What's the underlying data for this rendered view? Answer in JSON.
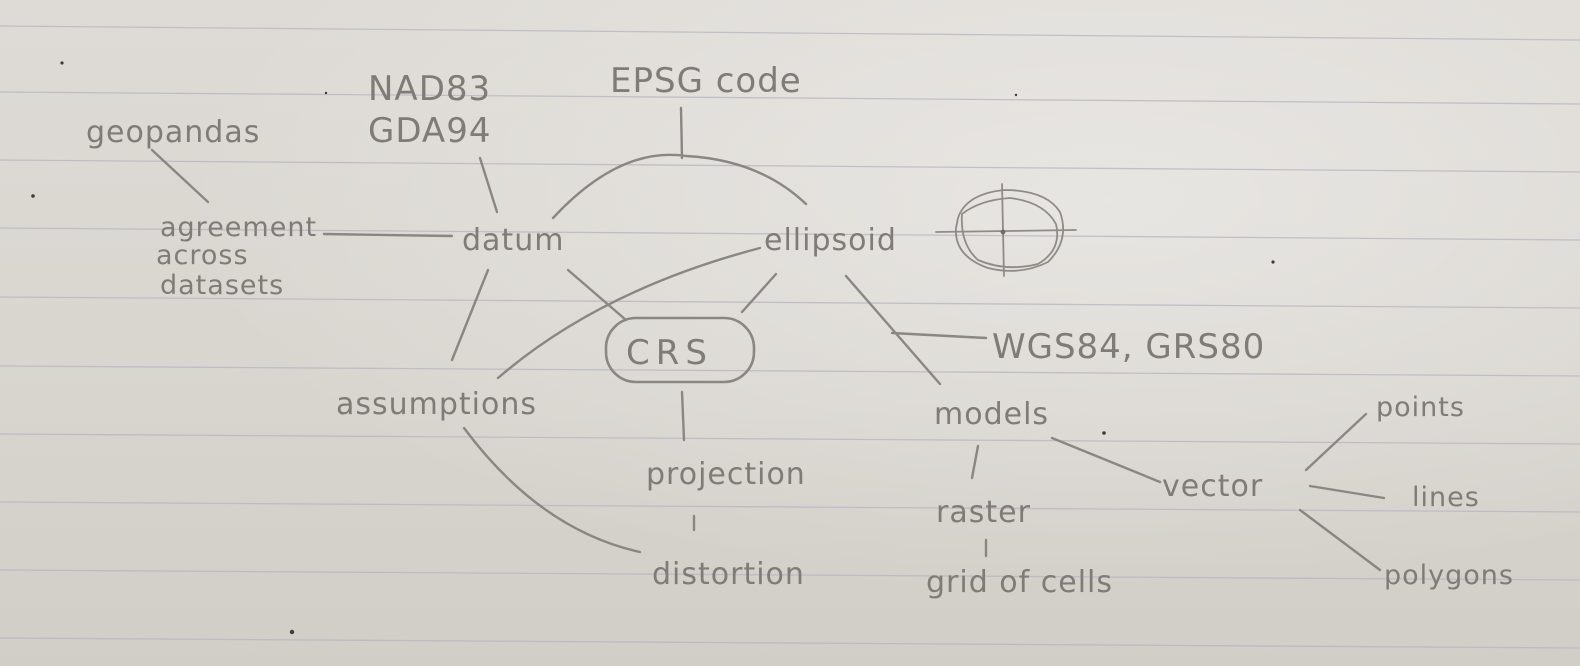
{
  "diagram": {
    "center": "CRS",
    "nodes": {
      "epsg": "EPSG code",
      "nad": "NAD83",
      "gda": "GDA94",
      "geopandas": "geopandas",
      "agreement_1": "agreement",
      "agreement_2": "across",
      "agreement_3": "datasets",
      "datum": "datum",
      "ellipsoid": "ellipsoid",
      "wgs": "WGS84, GRS80",
      "assumptions": "assumptions",
      "projection": "projection",
      "distortion": "distortion",
      "models": "models",
      "raster": "raster",
      "grid": "grid of cells",
      "vector": "vector",
      "points": "points",
      "lines": "lines",
      "polygons": "polygons"
    }
  }
}
